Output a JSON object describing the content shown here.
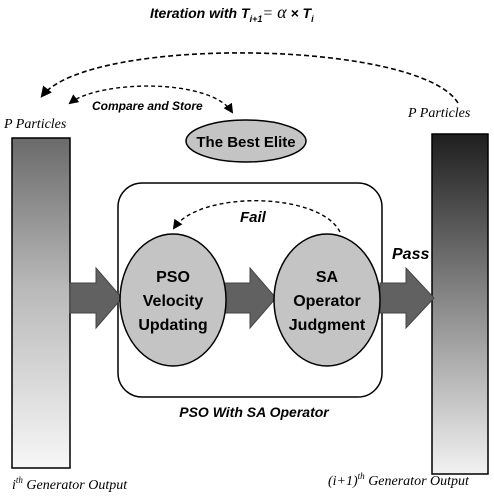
{
  "title": {
    "prefix": "Iteration with T",
    "sub1": "i+1",
    "middle": "= ",
    "alpha": "α",
    "times": " × T",
    "sub2": "i"
  },
  "left_label": "P Particles",
  "right_label": "P Particles",
  "compare_store": "Compare and Store",
  "best_elite": "The Best Elite",
  "fail": "Fail",
  "pass": "Pass",
  "pso": {
    "line1": "PSO",
    "line2": "Velocity",
    "line3": "Updating"
  },
  "sa": {
    "line1": "SA",
    "line2": "Operator",
    "line3": "Judgment"
  },
  "box_caption": "PSO With SA Operator",
  "bottom_left": {
    "sup_prefix": "i",
    "sup": "th",
    "text": " Generator Output"
  },
  "bottom_right": {
    "prefix": "(i+1)",
    "sup": "th",
    "text": " Generator Output"
  },
  "colors": {
    "ellipse": "#c4c4c4",
    "arrow": "#616161",
    "stroke": "#000000"
  }
}
